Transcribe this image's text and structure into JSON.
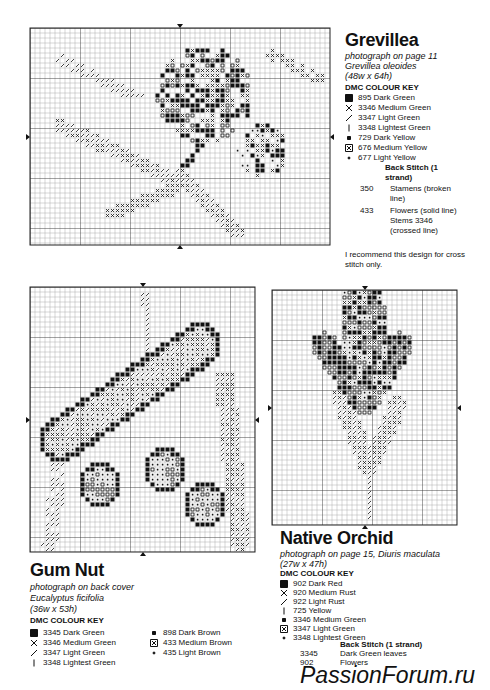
{
  "diagram": {
    "labels": [
      "Grevillea",
      "photograph on page 11",
      "Grevillea oleoides",
      "(48w x 64h)",
      "DMC COLOUR KEY",
      "Back Stitch (1 strand)",
      "350",
      "Stamens (broken line)",
      "433",
      "Flowers (solid line) Stems 3346 (crossed line)",
      "I recommend this design for cross stitch only.",
      "Gum Nut",
      "photograph on back cover",
      "Eucalyptus ficifolia",
      "(36w x 53h)",
      "DMC COLOUR KEY",
      "Native Orchid",
      "photograph on page 15, Diuris maculata",
      "(27w x 47h)",
      "DMC COLOUR KEY",
      "Back Stitch (1 strand)",
      "3345",
      "Dark Green leaves",
      "902",
      "Flowers",
      "PassionForum.ru"
    ],
    "legend": [
      {
        "text": "895 Dark Green"
      },
      {
        "text": "3346 Medium Green"
      },
      {
        "text": "3347 Light Green"
      },
      {
        "text": "3348 Lightest Green"
      },
      {
        "text": "729 Dark Yellow"
      },
      {
        "text": "676 Medium Yellow"
      },
      {
        "text": "677 Light Yellow"
      },
      {
        "text": "3345 Dark Green"
      },
      {
        "text": "3346 Medium Green"
      },
      {
        "text": "3347 Light Green"
      },
      {
        "text": "3348 Lightest Green"
      },
      {
        "text": "898 Dark Brown"
      },
      {
        "text": "433 Medium Brown"
      },
      {
        "text": "435 Light Brown"
      },
      {
        "text": "902 Dark Red"
      },
      {
        "text": "920 Medium Rust"
      },
      {
        "text": "922 Light Rust"
      },
      {
        "text": "725 Yellow"
      },
      {
        "text": "3346 Medium Green"
      },
      {
        "text": "3347 Light Green"
      },
      {
        "text": "3348 Lightest Green"
      }
    ]
  }
}
